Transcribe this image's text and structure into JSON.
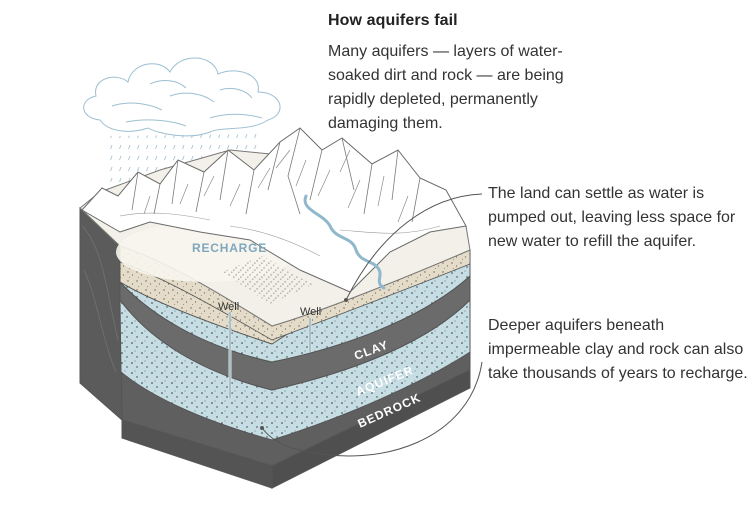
{
  "title": "How aquifers fail",
  "intro": "Many aquifers — layers of water-soaked dirt and rock — are being rapidly depleted, permanently damaging them.",
  "annotations": {
    "settle": "The land can settle as water is pumped out, leaving less space for new water to refill the aquifer.",
    "deeper": "Deeper aquifers beneath impermeable clay and rock can also take thousands of years to recharge."
  },
  "labels": {
    "recharge": "RECHARGE",
    "well_1": "Well",
    "well_2": "Well",
    "clay": "CLAY",
    "aquifer": "AQUIFER",
    "bedrock": "BEDROCK"
  },
  "colors": {
    "aquifer": "#c6dde4",
    "sand": "#e4dcc8",
    "clay": "#6b6b6b",
    "bedrock_side": "#595959",
    "surface": "#f2f0e8",
    "water": "#8fb8cc",
    "outline": "#555555",
    "callout": "#555555"
  }
}
